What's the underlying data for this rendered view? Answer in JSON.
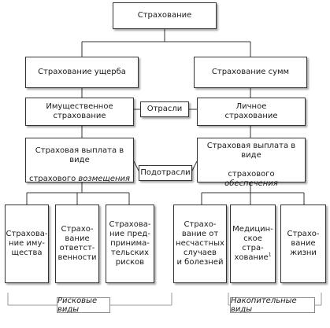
{
  "nodes": {
    "root": "Страхование",
    "damage": "Страхование ущерба",
    "sums": "Страхование сумм",
    "property": "Имущественное\nстрахование",
    "personal": "Личное\nстрахование",
    "payout_comp_1": "Страховая выплата в виде",
    "payout_comp_2": "страхового ",
    "payout_comp_3": "возмещения",
    "payout_sec_1": "Страховая выплата в виде",
    "payout_sec_2": "страхового ",
    "payout_sec_3": "обеспечения",
    "leaf_property": "Страхова-\nние иму-\nщества",
    "leaf_liability": "Страхо-\nвание\nответст-\nвенности",
    "leaf_business": "Страхова-\nние пред-\nпринима-\nтельских\nрисков",
    "leaf_accident": "Страхо-\nвание от\nнесчастных\nслучаев\nи болезней",
    "leaf_medical": "Медицин-\nское стра-\nхование",
    "leaf_medical_sup": "1",
    "leaf_life": "Страхо-\nвание\nжизни"
  },
  "tags": {
    "branches": "Отрасли",
    "subbranches": "Подотрасли"
  },
  "kinds": {
    "risk": "Рисковые виды",
    "savings": "Накопительные виды"
  }
}
